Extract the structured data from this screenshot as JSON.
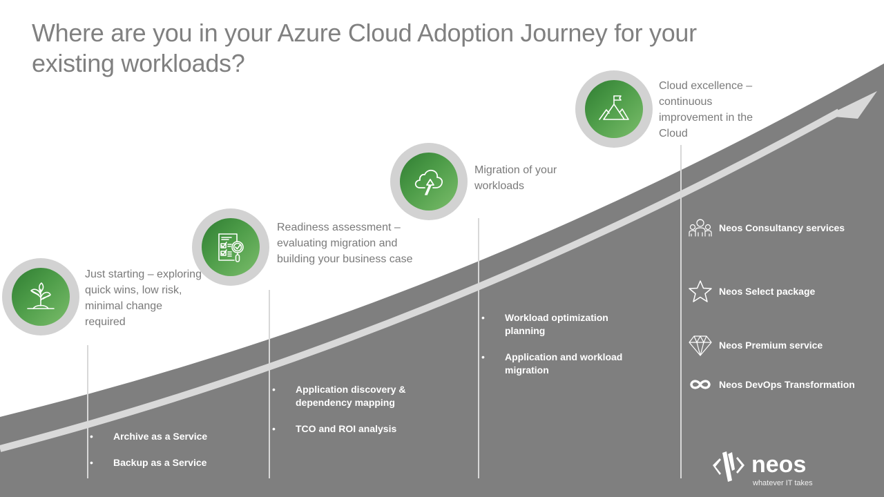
{
  "title": "Where are you in your Azure Cloud Adoption Journey for your existing workloads?",
  "colors": {
    "title_text": "#808080",
    "stage_text": "#7a7a7a",
    "ramp_fill": "#7f7f7f",
    "arrow": "#d9d9d9",
    "circle_ring": "#d2d2d2",
    "circle_green_dark": "#2f7d32",
    "circle_green_light": "#7bbd6b"
  },
  "stages": [
    {
      "icon": "plant-sprout-icon",
      "label": "Just starting – exploring quick wins, low risk, minimal change required",
      "bullets": [
        "Archive as a Service",
        "Backup as a Service"
      ]
    },
    {
      "icon": "checklist-magnifier-icon",
      "label": "Readiness assessment – evaluating migration and building your business case",
      "bullets": [
        "Application discovery & dependency mapping",
        "TCO and ROI analysis"
      ]
    },
    {
      "icon": "cloud-upload-icon",
      "label": "Migration of your workloads",
      "bullets": [
        "Workload optimization planning",
        "Application and workload migration"
      ]
    },
    {
      "icon": "mountain-flag-icon",
      "label": "Cloud excellence – continuous improvement in the Cloud",
      "bullets": []
    }
  ],
  "services": [
    {
      "icon": "team-people-icon",
      "label": "Neos Consultancy services"
    },
    {
      "icon": "star-icon",
      "label": "Neos Select package"
    },
    {
      "icon": "diamond-icon",
      "label": "Neos Premium service"
    },
    {
      "icon": "infinity-icon",
      "label": "Neos DevOps Transformation"
    }
  ],
  "logo": {
    "name": "neos",
    "tagline": "whatever IT takes"
  }
}
